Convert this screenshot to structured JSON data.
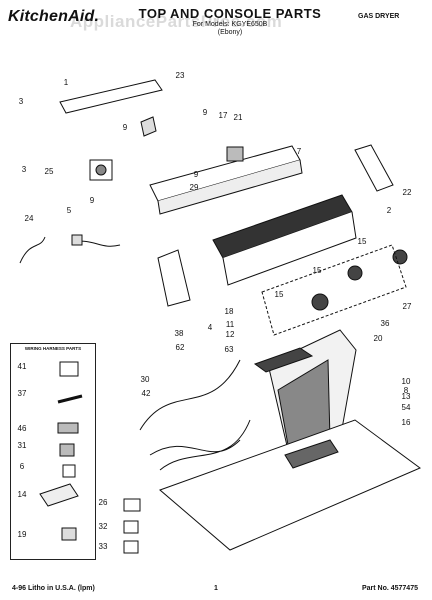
{
  "header": {
    "brand": "KitchenAid.",
    "title": "TOP AND CONSOLE PARTS",
    "model_line": "For Models: KGYE650B",
    "color_line": "(Ebony)",
    "dryer_type": "GAS DRYER",
    "watermark": "AppliancePartsPros.com"
  },
  "wiring_box": {
    "title": "WIRING HARNESS PARTS"
  },
  "footer": {
    "left": "4-96 Litho in U.S.A. (lpm)",
    "page": "1",
    "part_no": "Part No. 4577475"
  },
  "callouts": {
    "c1": "1",
    "c23": "23",
    "c3a": "3",
    "c9a": "9",
    "c9b": "9",
    "c17": "17",
    "c21": "21",
    "c7": "7",
    "c3b": "3",
    "c25": "25",
    "c9c": "9",
    "c29": "29",
    "c22": "22",
    "c2": "2",
    "c9d": "9",
    "c5": "5",
    "c24": "24",
    "c15a": "15",
    "c15b": "15",
    "c15c": "15",
    "c27": "27",
    "c18": "18",
    "c4": "4",
    "c36": "36",
    "c11": "11",
    "c12": "12",
    "c20": "20",
    "c38": "38",
    "c62": "62",
    "c63": "63",
    "c30": "30",
    "c10": "10",
    "c8": "8",
    "c42": "42",
    "c13": "13",
    "c54": "54",
    "c16": "16",
    "c41": "41",
    "c37": "37",
    "c46": "46",
    "c31": "31",
    "c6": "6",
    "c14": "14",
    "c19": "19",
    "c26": "26",
    "c32": "32",
    "c33": "33"
  }
}
